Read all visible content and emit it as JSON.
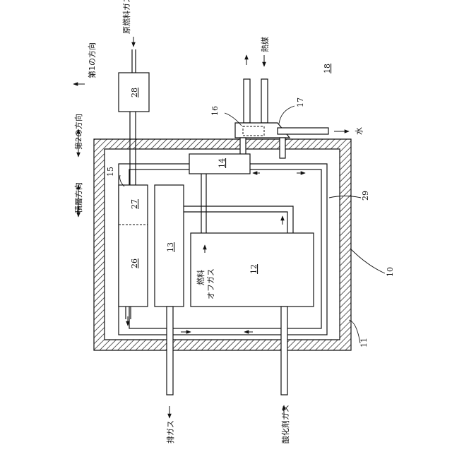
{
  "figure_ref": "18",
  "labels": {
    "raw_fuel_gas": "原燃料ガス",
    "heat_medium": "熱媒",
    "water": "水",
    "exhaust_gas": "排ガス",
    "oxidant_gas": "酸化剤ガス",
    "fuel_off_gas_line1": "燃料",
    "fuel_off_gas_line2": "オフガス",
    "first_direction": "第1の方向",
    "second_direction": "第2の方向",
    "stacking_direction": "積層方向"
  },
  "components": {
    "c10": "10",
    "c11": "11",
    "c12": "12",
    "c13": "13",
    "c14": "14",
    "c15": "15",
    "c16": "16",
    "c17": "17",
    "c26": "26",
    "c27": "27",
    "c28": "28",
    "c29": "29"
  }
}
